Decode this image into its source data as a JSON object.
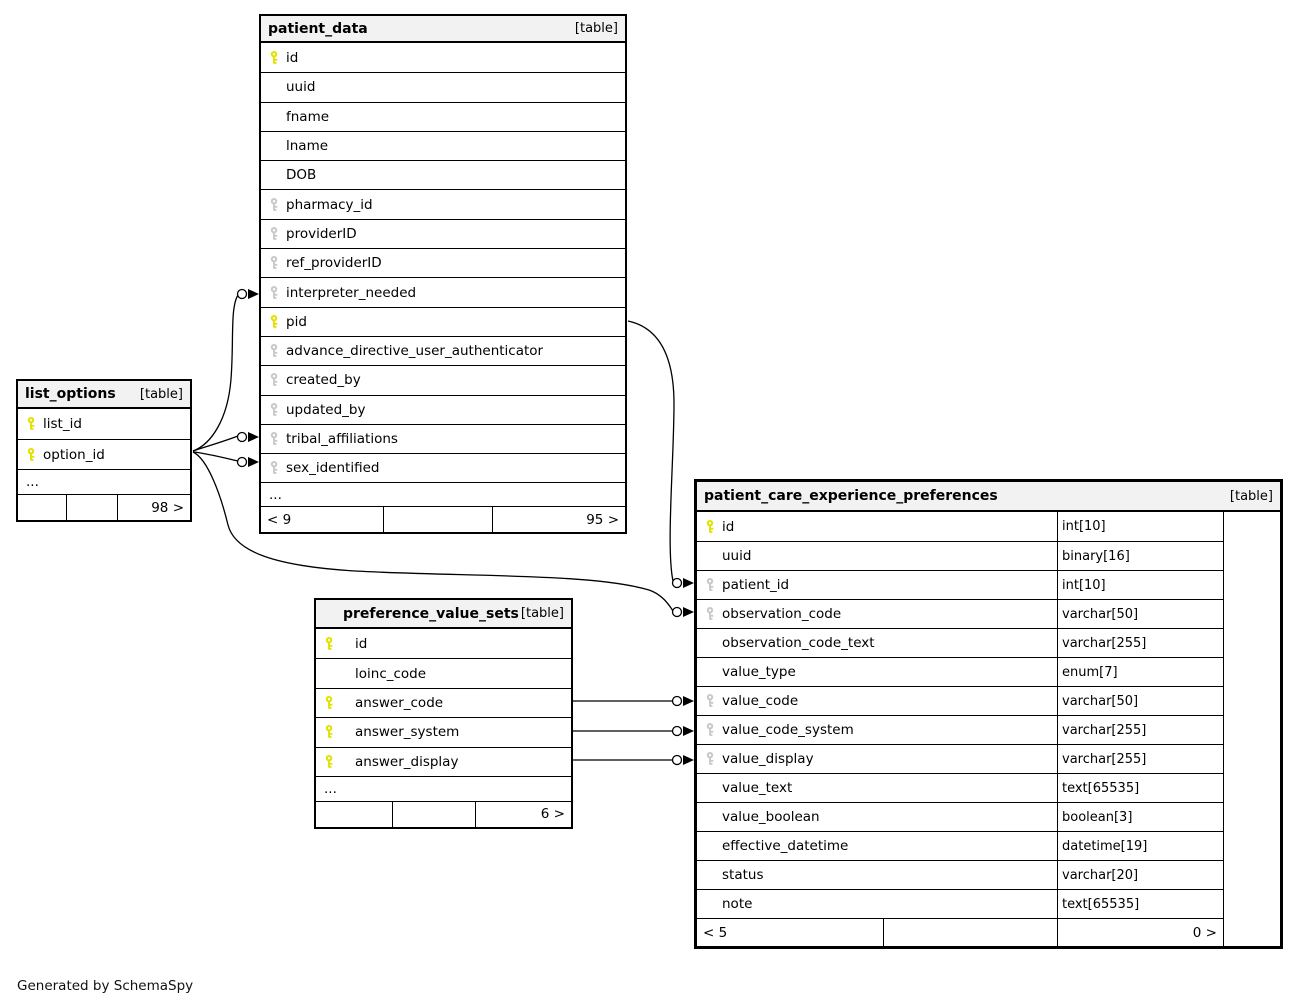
{
  "note": "Generated by SchemaSpy",
  "colors": {
    "primary_key": "#e2e200",
    "foreign_key": "#c9c9c9",
    "header_bg": "#f2f2f2",
    "border": "#000000"
  },
  "tables": [
    {
      "id": "list_options",
      "title": "list_options",
      "tag": "[table]",
      "columns": [
        {
          "name": "list_id",
          "key": "pk"
        },
        {
          "name": "option_id",
          "key": "pk"
        }
      ],
      "ellipsis": "...",
      "footer": [
        "",
        "",
        "98 >"
      ]
    },
    {
      "id": "patient_data",
      "title": "patient_data",
      "tag": "[table]",
      "columns": [
        {
          "name": "id",
          "key": "pk"
        },
        {
          "name": "uuid",
          "key": null
        },
        {
          "name": "fname",
          "key": null
        },
        {
          "name": "lname",
          "key": null
        },
        {
          "name": "DOB",
          "key": null
        },
        {
          "name": "pharmacy_id",
          "key": "fk"
        },
        {
          "name": "providerID",
          "key": "fk"
        },
        {
          "name": "ref_providerID",
          "key": "fk"
        },
        {
          "name": "interpreter_needed",
          "key": "fk"
        },
        {
          "name": "pid",
          "key": "pk"
        },
        {
          "name": "advance_directive_user_authenticator",
          "key": "fk"
        },
        {
          "name": "created_by",
          "key": "fk"
        },
        {
          "name": "updated_by",
          "key": "fk"
        },
        {
          "name": "tribal_affiliations",
          "key": "fk"
        },
        {
          "name": "sex_identified",
          "key": "fk"
        }
      ],
      "ellipsis": "...",
      "footer": [
        "< 9",
        "",
        "95 >"
      ]
    },
    {
      "id": "preference_value_sets",
      "title": "preference_value_sets",
      "tag": "[table]",
      "columns": [
        {
          "name": "id",
          "key": "pk"
        },
        {
          "name": "loinc_code",
          "key": null
        },
        {
          "name": "answer_code",
          "key": "pk"
        },
        {
          "name": "answer_system",
          "key": "pk"
        },
        {
          "name": "answer_display",
          "key": "pk"
        }
      ],
      "ellipsis": "...",
      "footer": [
        "",
        "",
        "6 >"
      ]
    },
    {
      "id": "patient_care_experience_preferences",
      "title": "patient_care_experience_preferences",
      "tag": "[table]",
      "columns": [
        {
          "name": "id",
          "key": "pk",
          "type": "int[10]"
        },
        {
          "name": "uuid",
          "key": null,
          "type": "binary[16]"
        },
        {
          "name": "patient_id",
          "key": "fk",
          "type": "int[10]"
        },
        {
          "name": "observation_code",
          "key": "fk",
          "type": "varchar[50]"
        },
        {
          "name": "observation_code_text",
          "key": null,
          "type": "varchar[255]"
        },
        {
          "name": "value_type",
          "key": null,
          "type": "enum[7]"
        },
        {
          "name": "value_code",
          "key": "fk",
          "type": "varchar[50]"
        },
        {
          "name": "value_code_system",
          "key": "fk",
          "type": "varchar[255]"
        },
        {
          "name": "value_display",
          "key": "fk",
          "type": "varchar[255]"
        },
        {
          "name": "value_text",
          "key": null,
          "type": "text[65535]"
        },
        {
          "name": "value_boolean",
          "key": null,
          "type": "boolean[3]"
        },
        {
          "name": "effective_datetime",
          "key": null,
          "type": "datetime[19]"
        },
        {
          "name": "status",
          "key": null,
          "type": "varchar[20]"
        },
        {
          "name": "note",
          "key": null,
          "type": "text[65535]"
        }
      ],
      "footer": [
        "< 5",
        "",
        "0 >"
      ]
    }
  ],
  "relationships": [
    {
      "from": "list_options.option_id",
      "to": "patient_data.interpreter_needed"
    },
    {
      "from": "list_options.option_id",
      "to": "patient_data.tribal_affiliations"
    },
    {
      "from": "list_options.option_id",
      "to": "patient_data.sex_identified"
    },
    {
      "from": "list_options.option_id",
      "to": "patient_care_experience_preferences.observation_code"
    },
    {
      "from": "patient_data.pid",
      "to": "patient_care_experience_preferences.patient_id"
    },
    {
      "from": "preference_value_sets.answer_code",
      "to": "patient_care_experience_preferences.value_code"
    },
    {
      "from": "preference_value_sets.answer_system",
      "to": "patient_care_experience_preferences.value_code_system"
    },
    {
      "from": "preference_value_sets.answer_display",
      "to": "patient_care_experience_preferences.value_display"
    }
  ]
}
